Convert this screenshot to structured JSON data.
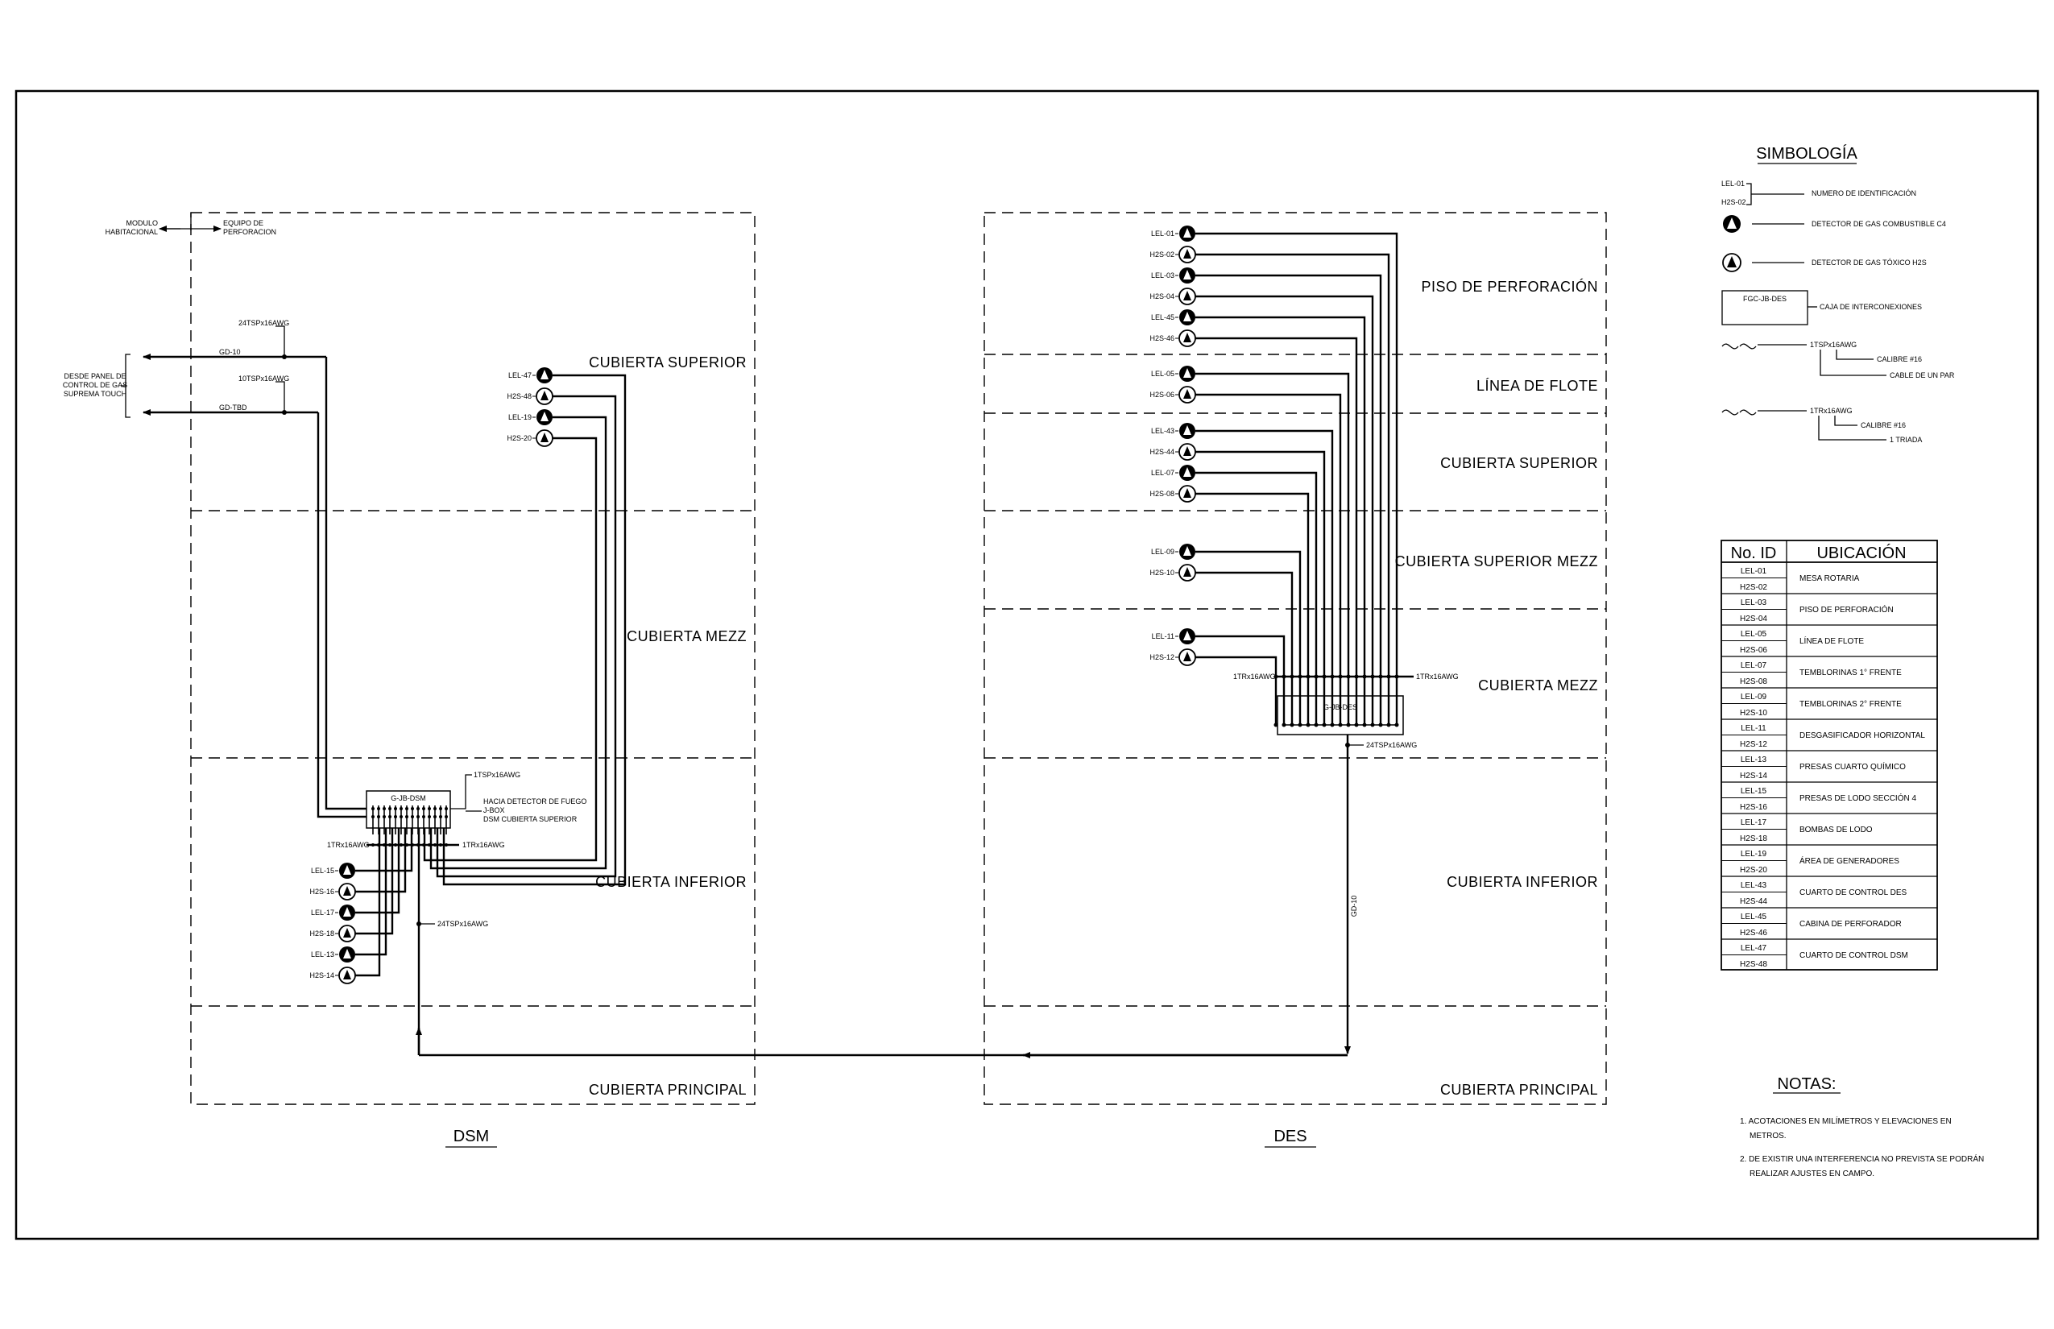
{
  "dsm": {
    "title": "DSM",
    "zones": [
      "CUBIERTA SUPERIOR",
      "CUBIERTA MEZZ",
      "CUBIERTA INFERIOR",
      "CUBIERTA PRINCIPAL"
    ],
    "modulo_label": [
      "MODULO",
      "HABITACIONAL"
    ],
    "equipo_label": [
      "EQUIPO DE",
      "PERFORACION"
    ],
    "panel_label": [
      "DESDE PANEL DE",
      "CONTROL DE GAS",
      "SUPREMA TOUCH"
    ],
    "cable_top": "24TSPx16AWG",
    "cable_mid": "10TSPx16AWG",
    "line_gd10": "GD-10",
    "line_gdtbd": "GD-TBD",
    "jb_label": "G-JB-DSM",
    "fire_cable": "1TSPx16AWG",
    "fire_note": [
      "HACIA DETECTOR DE FUEGO",
      "J-BOX",
      "DSM CUBIERTA SUPERIOR"
    ],
    "trx_left": "1TRx16AWG",
    "trx_right": "1TRx16AWG",
    "bottom_cable": "24TSPx16AWG",
    "upper_detectors": [
      "LEL-47",
      "H2S-48",
      "LEL-19",
      "H2S-20"
    ],
    "lower_detectors": [
      "LEL-15",
      "H2S-16",
      "LEL-17",
      "H2S-18",
      "LEL-13",
      "H2S-14"
    ]
  },
  "des": {
    "title": "DES",
    "zones": [
      "PISO DE PERFORACIÓN",
      "LÍNEA DE FLOTE",
      "CUBIERTA SUPERIOR",
      "CUBIERTA SUPERIOR MEZZ",
      "CUBIERTA MEZZ",
      "CUBIERTA INFERIOR",
      "CUBIERTA PRINCIPAL"
    ],
    "detectors": [
      "LEL-01",
      "H2S-02",
      "LEL-03",
      "H2S-04",
      "LEL-45",
      "H2S-46",
      "LEL-05",
      "H2S-06",
      "LEL-43",
      "H2S-44",
      "LEL-07",
      "H2S-08",
      "LEL-09",
      "H2S-10",
      "LEL-11",
      "H2S-12"
    ],
    "jb_label": "G-JB-DES",
    "trx_left": "1TRx16AWG",
    "trx_right": "1TRx16AWG",
    "bottom_cable": "24TSPx16AWG",
    "vertical_line": "GD-10"
  },
  "legend": {
    "title": "SIMBOLOGÍA",
    "id_example": [
      "LEL-01",
      "H2S-02"
    ],
    "id_desc": "NUMERO DE IDENTIFICACIÓN",
    "lel_desc": "DETECTOR DE GAS COMBUSTIBLE C4",
    "h2s_desc": "DETECTOR DE GAS TÓXICO H2S",
    "box_label": "FGC-JB-DES",
    "box_desc": "CAJA DE INTERCONEXIONES",
    "tsp_label": "1TSPx16AWG",
    "tsp_calibre": "CALIBRE #16",
    "tsp_desc": "CABLE DE UN PAR",
    "trx_label": "1TRx16AWG",
    "trx_calibre": "CALIBRE #16",
    "trx_desc": "1 TRIADA"
  },
  "table": {
    "col_id": "No. ID",
    "col_loc": "UBICACIÓN",
    "rows": [
      {
        "ids": [
          "LEL-01",
          "H2S-02"
        ],
        "loc": "MESA ROTARIA"
      },
      {
        "ids": [
          "LEL-03",
          "H2S-04"
        ],
        "loc": "PISO DE PERFORACIÓN"
      },
      {
        "ids": [
          "LEL-05",
          "H2S-06"
        ],
        "loc": "LÍNEA DE FLOTE"
      },
      {
        "ids": [
          "LEL-07",
          "H2S-08"
        ],
        "loc": "TEMBLORINAS 1° FRENTE"
      },
      {
        "ids": [
          "LEL-09",
          "H2S-10"
        ],
        "loc": "TEMBLORINAS 2° FRENTE"
      },
      {
        "ids": [
          "LEL-11",
          "H2S-12"
        ],
        "loc": "DESGASIFICADOR HORIZONTAL"
      },
      {
        "ids": [
          "LEL-13",
          "H2S-14"
        ],
        "loc": "PRESAS CUARTO QUÍMICO"
      },
      {
        "ids": [
          "LEL-15",
          "H2S-16"
        ],
        "loc": "PRESAS DE LODO SECCIÓN 4"
      },
      {
        "ids": [
          "LEL-17",
          "H2S-18"
        ],
        "loc": "BOMBAS DE LODO"
      },
      {
        "ids": [
          "LEL-19",
          "H2S-20"
        ],
        "loc": "ÁREA DE GENERADORES"
      },
      {
        "ids": [
          "LEL-43",
          "H2S-44"
        ],
        "loc": "CUARTO DE CONTROL DES"
      },
      {
        "ids": [
          "LEL-45",
          "H2S-46"
        ],
        "loc": "CABINA DE PERFORADOR"
      },
      {
        "ids": [
          "LEL-47",
          "H2S-48"
        ],
        "loc": "CUARTO DE CONTROL DSM"
      }
    ]
  },
  "notes": {
    "title": "NOTAS:",
    "items": [
      [
        "1. ACOTACIONES EN MILÍMETROS Y ELEVACIONES EN",
        "METROS."
      ],
      [
        "2. DE EXISTIR UNA INTERFERENCIA NO PREVISTA SE PODRÁN",
        "REALIZAR AJUSTES EN CAMPO."
      ]
    ]
  }
}
